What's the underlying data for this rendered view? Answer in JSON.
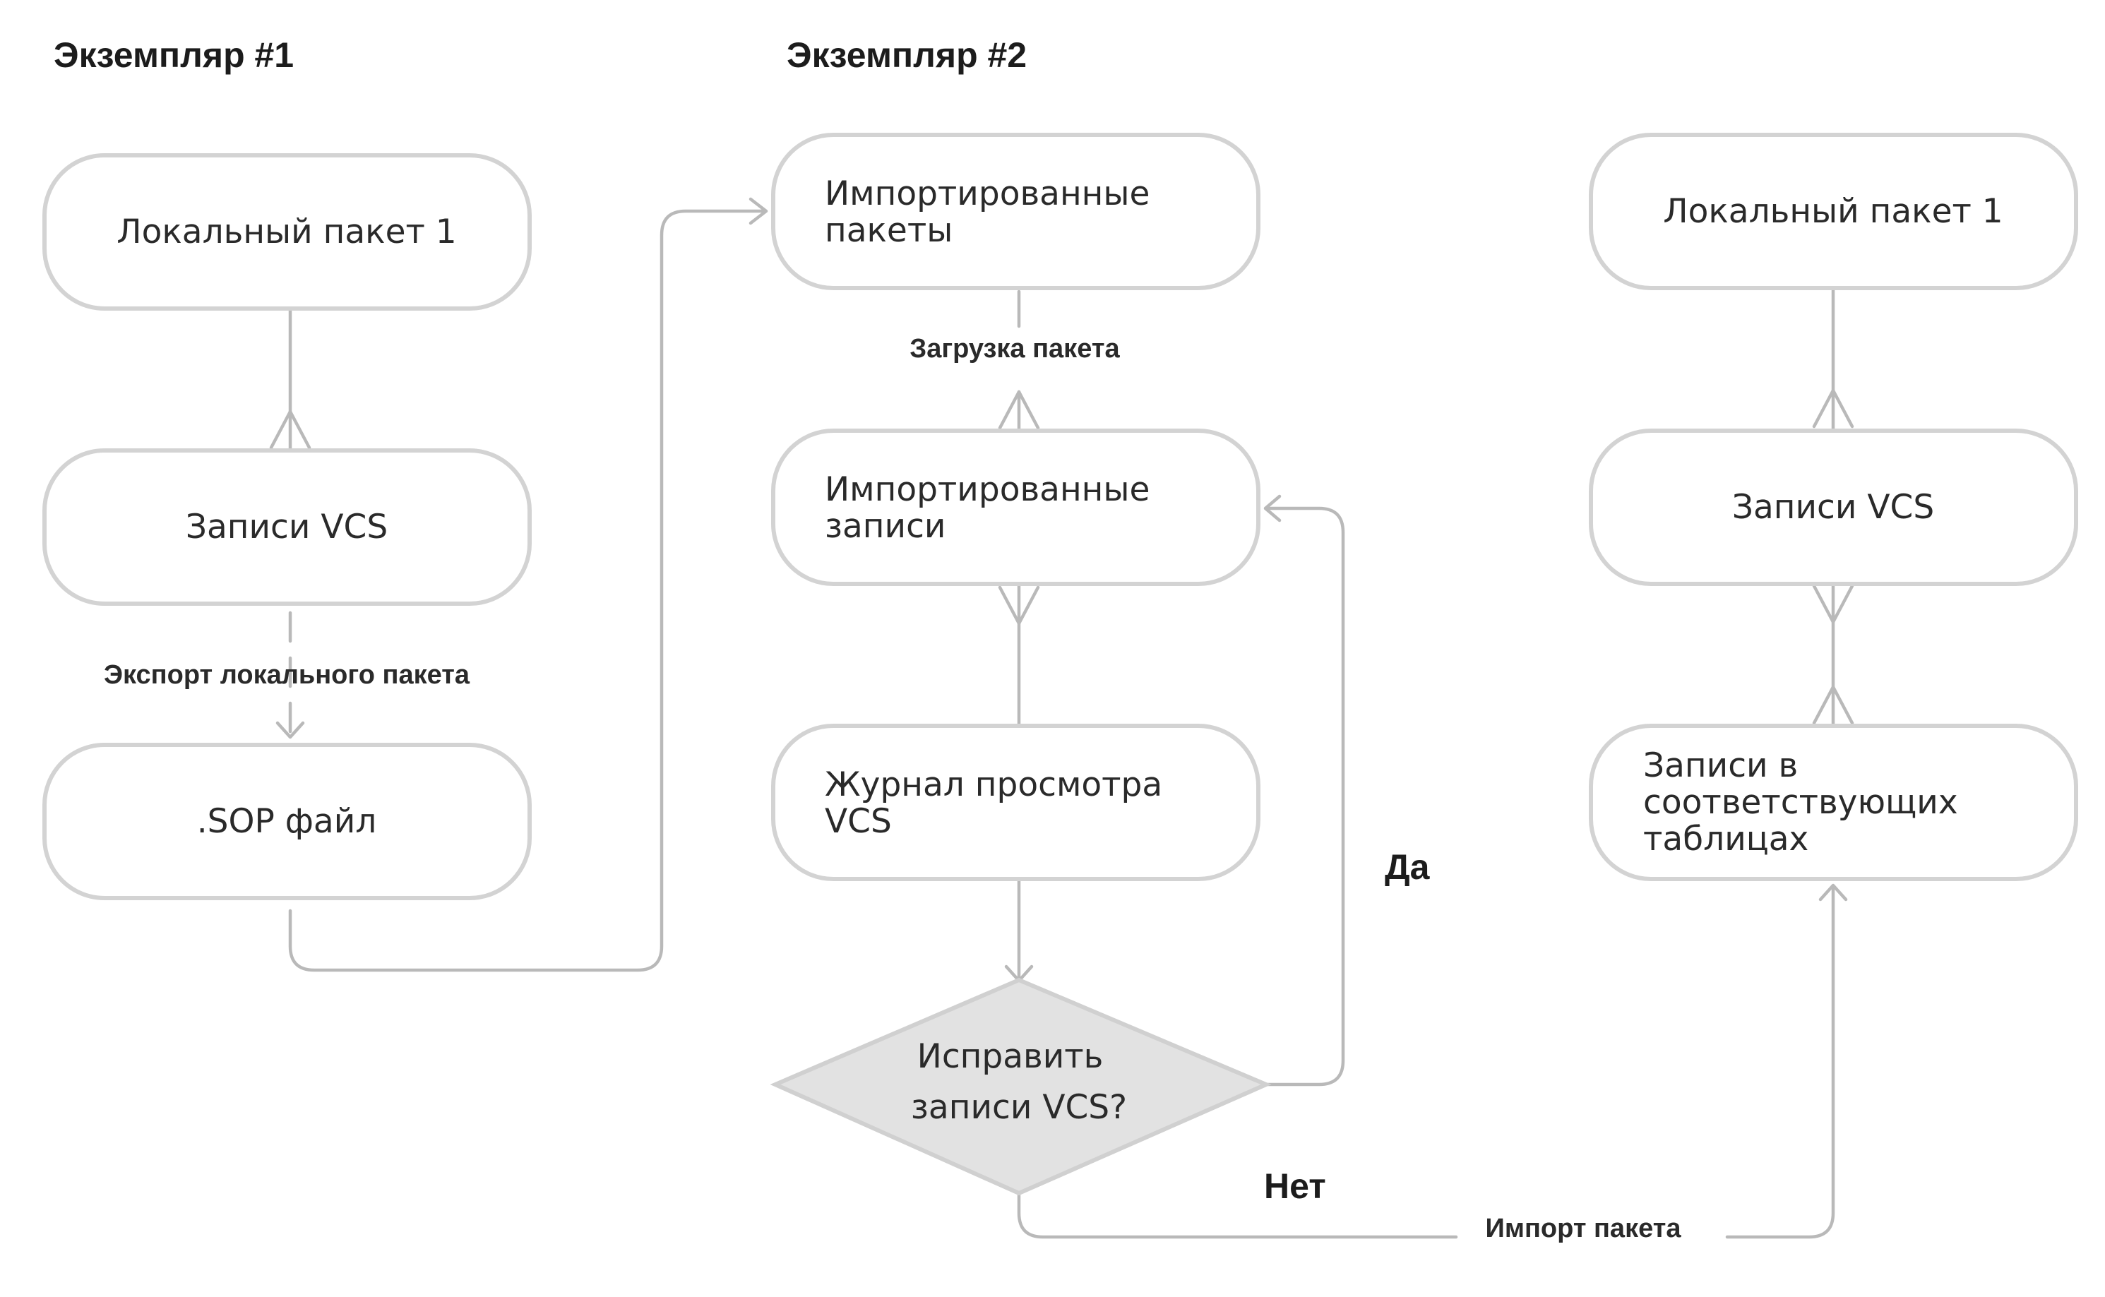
{
  "headings": {
    "instance1": "Экземпляр #1",
    "instance2": "Экземпляр #2"
  },
  "nodes": {
    "local_package_1_a": [
      "Локальный пакет 1"
    ],
    "vcs_records_a": [
      "Записи VCS"
    ],
    "sop_file": [
      ".SOP файл"
    ],
    "imported_packages": [
      "Импортированные",
      "пакеты"
    ],
    "imported_records": [
      "Импортированные",
      "записи"
    ],
    "vcs_review_log": [
      "Журнал просмотра",
      "VCS"
    ],
    "fix_decision": [
      "Исправить",
      "записи VCS?"
    ],
    "local_package_1_b": [
      "Локальный пакет 1"
    ],
    "vcs_records_b": [
      "Записи VCS"
    ],
    "table_records": [
      "Записи в",
      "соответствующих",
      "таблицах"
    ]
  },
  "edge_labels": {
    "export": "Экспорт локального пакета",
    "load": "Загрузка пакета",
    "import": "Импорт пакета",
    "yes": "Да",
    "no": "Нет"
  }
}
